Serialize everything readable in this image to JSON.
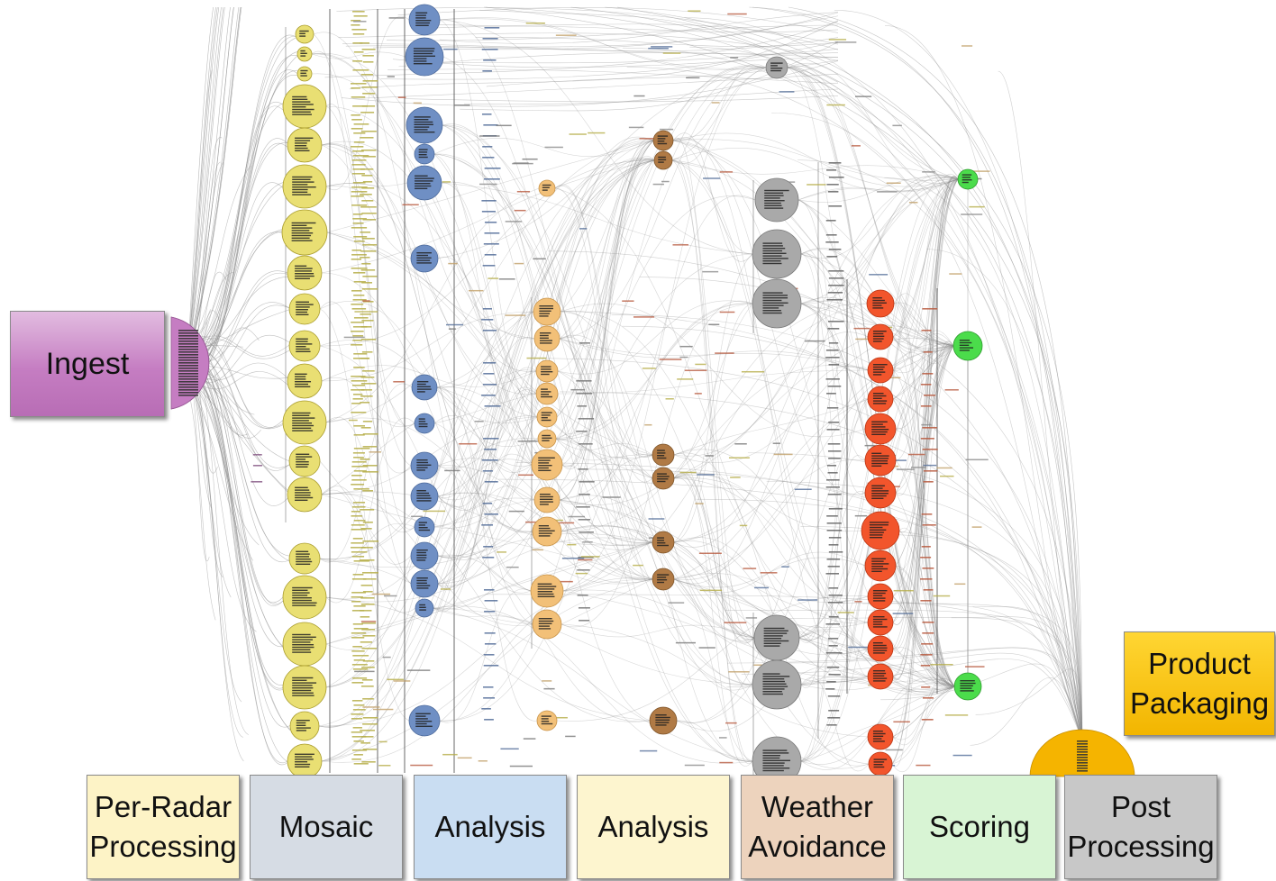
{
  "labels": {
    "ingest": "Ingest",
    "product_packaging": [
      "Product",
      "Packaging"
    ]
  },
  "stages": [
    {
      "lines": [
        "Per-Radar",
        "Processing"
      ],
      "color": "#fdf3c6"
    },
    {
      "lines": [
        "Mosaic"
      ],
      "color": "#d6dce4"
    },
    {
      "lines": [
        "Analysis"
      ],
      "color": "#c9ddf2"
    },
    {
      "lines": [
        "Analysis"
      ],
      "color": "#fdf5cf"
    },
    {
      "lines": [
        "Weather",
        "Avoidance"
      ],
      "color": "#edd3bd"
    },
    {
      "lines": [
        "Scoring"
      ],
      "color": "#d8f4d4"
    },
    {
      "lines": [
        "Post",
        "Processing"
      ],
      "color": "#c8c8c8"
    }
  ],
  "colors": {
    "ingest": "#c57dc2",
    "per_radar": "#e9df73",
    "mosaic": "#6f8fc4",
    "analysis_orange": "#f2c078",
    "weather_brown": "#b07a45",
    "scoring_gray": "#a9a9a9",
    "red": "#f2552c",
    "green": "#4bdc4b",
    "post_gold": "#f5b400",
    "edge": "#8c8c8c"
  }
}
